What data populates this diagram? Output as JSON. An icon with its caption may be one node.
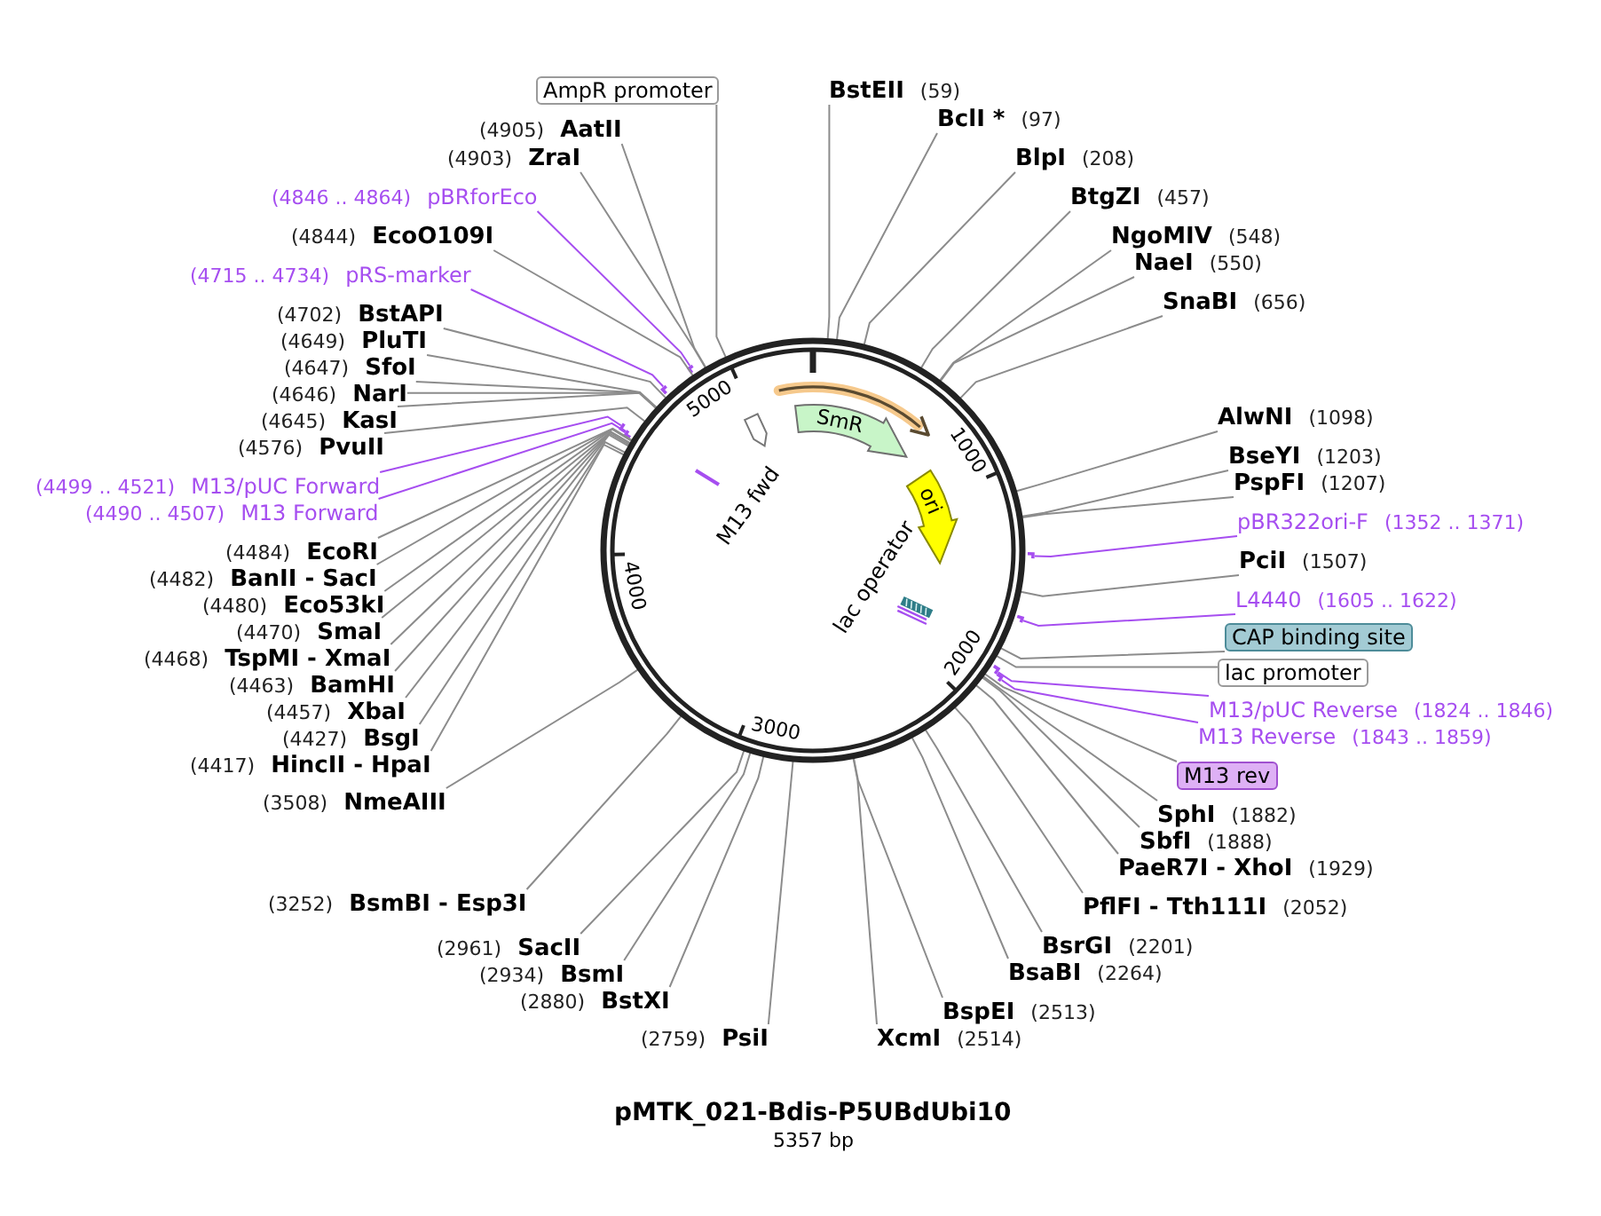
{
  "diagram": {
    "title": "pMTK_021-Bdis-P5UBdUbi10",
    "caption": "5357 bp",
    "nodes": [
      {
        "text": [
          "AmpR promoter"
        ]
      },
      {
        "text": [
          "BstEII"
        ],
        "beside": [
          "(59)"
        ]
      },
      {
        "text": [
          "BclI *"
        ],
        "beside": [
          "(97)"
        ]
      },
      {
        "text": [
          "BlpI"
        ],
        "beside": [
          "(208)"
        ]
      },
      {
        "text": [
          "BtgZI"
        ],
        "beside": [
          "(457)"
        ]
      },
      {
        "text": [
          "NgoMIV"
        ],
        "beside": [
          "(548)"
        ]
      },
      {
        "text": [
          "NaeI"
        ],
        "beside": [
          "(550)"
        ]
      },
      {
        "text": [
          "SnaBI"
        ],
        "beside": [
          "(656)"
        ]
      },
      {
        "text": [
          "AlwNI"
        ],
        "beside": [
          "(1098)"
        ]
      },
      {
        "text": [
          "BseYI"
        ],
        "beside": [
          "(1203)"
        ]
      },
      {
        "text": [
          "PspFI"
        ],
        "beside": [
          "(1207)"
        ]
      },
      {
        "text": [
          "pBR322ori-F"
        ],
        "beside": [
          "(1352 .. 1371)"
        ]
      },
      {
        "text": [
          "PciI"
        ],
        "beside": [
          "(1507)"
        ]
      },
      {
        "text": [
          "L4440"
        ],
        "beside": [
          "(1605 .. 1622)"
        ]
      },
      {
        "text": [
          "CAP binding site"
        ]
      },
      {
        "text": [
          "lac promoter"
        ]
      },
      {
        "text": [
          "M13/pUC Reverse"
        ],
        "beside": [
          "(1824 .. 1846)"
        ]
      },
      {
        "text": [
          "M13 Reverse"
        ],
        "beside": [
          "(1843 .. 1859)"
        ]
      },
      {
        "text": [
          "M13 rev"
        ]
      },
      {
        "text": [
          "SphI"
        ],
        "beside": [
          "(1882)"
        ]
      },
      {
        "text": [
          "SbfI"
        ],
        "beside": [
          "(1888)"
        ]
      },
      {
        "text": [
          "PaeR7I - XhoI"
        ],
        "beside": [
          "(1929)"
        ]
      },
      {
        "text": [
          "PflFI - Tth111I"
        ],
        "beside": [
          "(2052)"
        ]
      },
      {
        "text": [
          "BsrGI"
        ],
        "beside": [
          "(2201)"
        ]
      },
      {
        "text": [
          "BsaBI"
        ],
        "beside": [
          "(2264)"
        ]
      },
      {
        "text": [
          "BspEI"
        ],
        "beside": [
          "(2513)"
        ]
      },
      {
        "text": [
          "XcmI"
        ],
        "beside": [
          "(2514)"
        ]
      },
      {
        "text": [
          "PsiI"
        ],
        "beside": [
          "(2759)"
        ]
      },
      {
        "text": [
          "BstXI"
        ],
        "beside": [
          "(2880)"
        ]
      },
      {
        "text": [
          "BsmI"
        ],
        "beside": [
          "(2934)"
        ]
      },
      {
        "text": [
          "SacII"
        ],
        "beside": [
          "(2961)"
        ]
      },
      {
        "text": [
          "BsmBI - Esp3I"
        ],
        "beside": [
          "(3252)"
        ]
      },
      {
        "text": [
          "NmeAIII"
        ],
        "beside": [
          "(3508)"
        ]
      },
      {
        "text": [
          "HincII - HpaI"
        ],
        "beside": [
          "(4417)"
        ]
      },
      {
        "text": [
          "BsgI"
        ],
        "beside": [
          "(4427)"
        ]
      },
      {
        "text": [
          "XbaI"
        ],
        "beside": [
          "(4457)"
        ]
      },
      {
        "text": [
          "BamHI"
        ],
        "beside": [
          "(4463)"
        ]
      },
      {
        "text": [
          "TspMI - XmaI"
        ],
        "beside": [
          "(4468)"
        ]
      },
      {
        "text": [
          "SmaI"
        ],
        "beside": [
          "(4470)"
        ]
      },
      {
        "text": [
          "Eco53kI"
        ],
        "beside": [
          "(4480)"
        ]
      },
      {
        "text": [
          "BanII - SacI"
        ],
        "beside": [
          "(4482)"
        ]
      },
      {
        "text": [
          "EcoRI"
        ],
        "beside": [
          "(4484)"
        ]
      },
      {
        "text": [
          "M13 Forward"
        ],
        "beside": [
          "(4490 .. 4507)"
        ]
      },
      {
        "text": [
          "M13/pUC Forward"
        ],
        "beside": [
          "(4499 .. 4521)"
        ]
      },
      {
        "text": [
          "PvuII"
        ],
        "beside": [
          "(4576)"
        ]
      },
      {
        "text": [
          "KasI"
        ],
        "beside": [
          "(4645)"
        ]
      },
      {
        "text": [
          "NarI"
        ],
        "beside": [
          "(4646)"
        ]
      },
      {
        "text": [
          "SfoI"
        ],
        "beside": [
          "(4647)"
        ]
      },
      {
        "text": [
          "PluTI"
        ],
        "beside": [
          "(4649)"
        ]
      },
      {
        "text": [
          "BstAPI"
        ],
        "beside": [
          "(4702)"
        ]
      },
      {
        "text": [
          "pRS-marker"
        ],
        "beside": [
          "(4715 .. 4734)"
        ]
      },
      {
        "text": [
          "EcoO109I"
        ],
        "beside": [
          "(4844)"
        ]
      },
      {
        "text": [
          "pBRforEco"
        ],
        "beside": [
          "(4846 .. 4864)"
        ]
      },
      {
        "text": [
          "ZraI"
        ],
        "beside": [
          "(4903)"
        ]
      },
      {
        "text": [
          "AatII"
        ],
        "beside": [
          "(4905)"
        ]
      },
      {
        "text": [],
        "shape": "circle"
      },
      {
        "text": [
          "SmR"
        ],
        "in": 55
      },
      {
        "text": [
          "ori"
        ],
        "in": 55
      },
      {
        "text": [
          "lac operator"
        ],
        "in": 55
      },
      {
        "text": [
          "M13 fwd"
        ],
        "in": 55
      },
      {
        "text": [],
        "shape": "bar"
      },
      {
        "text": [],
        "shape": "bar"
      },
      {
        "text": [],
        "shape": "bar"
      },
      {
        "text": [],
        "shape": "bar"
      },
      {
        "text": [],
        "shape": "bar"
      },
      {
        "text": [],
        "shape": "bar"
      },
      {
        "text": [],
        "shape": "bar"
      },
      {
        "text": [],
        "shape": "bar"
      }
    ],
    "edges": [
      {
        "from": 0,
        "to": 55,
        "arrow": "none"
      },
      {
        "from": 1,
        "to": 55,
        "arrow": "none"
      },
      {
        "from": 2,
        "to": 55,
        "arrow": "none"
      },
      {
        "from": 3,
        "to": 55,
        "arrow": "none"
      },
      {
        "from": 4,
        "to": 55,
        "arrow": "none"
      },
      {
        "from": 5,
        "to": 55,
        "arrow": "none"
      },
      {
        "from": 6,
        "to": 55,
        "arrow": "none"
      },
      {
        "from": 7,
        "to": 55,
        "arrow": "none"
      },
      {
        "from": 8,
        "to": 55,
        "arrow": "none"
      },
      {
        "from": 9,
        "to": 55,
        "arrow": "none"
      },
      {
        "from": 10,
        "to": 55,
        "arrow": "none"
      },
      {
        "from": 11,
        "to": 64,
        "arrow": "none",
        "color": "#a64ef0"
      },
      {
        "from": 12,
        "to": 55,
        "arrow": "none"
      },
      {
        "from": 13,
        "to": 65,
        "arrow": "none",
        "color": "#a64ef0"
      },
      {
        "from": 14,
        "to": 55,
        "arrow": "none"
      },
      {
        "from": 15,
        "to": 55,
        "arrow": "none"
      },
      {
        "from": 16,
        "to": 66,
        "arrow": "none",
        "color": "#a64ef0"
      },
      {
        "from": 17,
        "to": 67,
        "arrow": "none",
        "color": "#a64ef0"
      },
      {
        "from": 18,
        "to": 55,
        "arrow": "none"
      },
      {
        "from": 19,
        "to": 55,
        "arrow": "none"
      },
      {
        "from": 20,
        "to": 55,
        "arrow": "none"
      },
      {
        "from": 21,
        "to": 55,
        "arrow": "none"
      },
      {
        "from": 22,
        "to": 55,
        "arrow": "none"
      },
      {
        "from": 23,
        "to": 55,
        "arrow": "none"
      },
      {
        "from": 24,
        "to": 55,
        "arrow": "none"
      },
      {
        "from": 25,
        "to": 55,
        "arrow": "none"
      },
      {
        "from": 26,
        "to": 55,
        "arrow": "none"
      },
      {
        "from": 27,
        "to": 55,
        "arrow": "none"
      },
      {
        "from": 28,
        "to": 55,
        "arrow": "none"
      },
      {
        "from": 29,
        "to": 55,
        "arrow": "none"
      },
      {
        "from": 30,
        "to": 55,
        "arrow": "none"
      },
      {
        "from": 31,
        "to": 55,
        "arrow": "none"
      },
      {
        "from": 32,
        "to": 55,
        "arrow": "none"
      },
      {
        "from": 33,
        "to": 55,
        "arrow": "none"
      },
      {
        "from": 34,
        "to": 55,
        "arrow": "none"
      },
      {
        "from": 35,
        "to": 55,
        "arrow": "none"
      },
      {
        "from": 36,
        "to": 55,
        "arrow": "none"
      },
      {
        "from": 37,
        "to": 55,
        "arrow": "none"
      },
      {
        "from": 38,
        "to": 55,
        "arrow": "none"
      },
      {
        "from": 39,
        "to": 55,
        "arrow": "none"
      },
      {
        "from": 40,
        "to": 55,
        "arrow": "none"
      },
      {
        "from": 41,
        "to": 55,
        "arrow": "none"
      },
      {
        "from": 42,
        "to": 63,
        "arrow": "none",
        "color": "#a64ef0"
      },
      {
        "from": 43,
        "to": 62,
        "arrow": "none",
        "color": "#a64ef0"
      },
      {
        "from": 44,
        "to": 55,
        "arrow": "none"
      },
      {
        "from": 45,
        "to": 55,
        "arrow": "none"
      },
      {
        "from": 46,
        "to": 55,
        "arrow": "none"
      },
      {
        "from": 47,
        "to": 55,
        "arrow": "none"
      },
      {
        "from": 48,
        "to": 55,
        "arrow": "none"
      },
      {
        "from": 49,
        "to": 55,
        "arrow": "none"
      },
      {
        "from": 50,
        "to": 61,
        "arrow": "none",
        "color": "#a64ef0"
      },
      {
        "from": 51,
        "to": 55,
        "arrow": "none"
      },
      {
        "from": 52,
        "to": 60,
        "arrow": "none",
        "color": "#a64ef0"
      },
      {
        "from": 53,
        "to": 55,
        "arrow": "none"
      },
      {
        "from": 54,
        "to": 55,
        "arrow": "none"
      }
    ],
    "labels": [
      "5000",
      "1000",
      "4000",
      "2000",
      "3000"
    ]
  }
}
